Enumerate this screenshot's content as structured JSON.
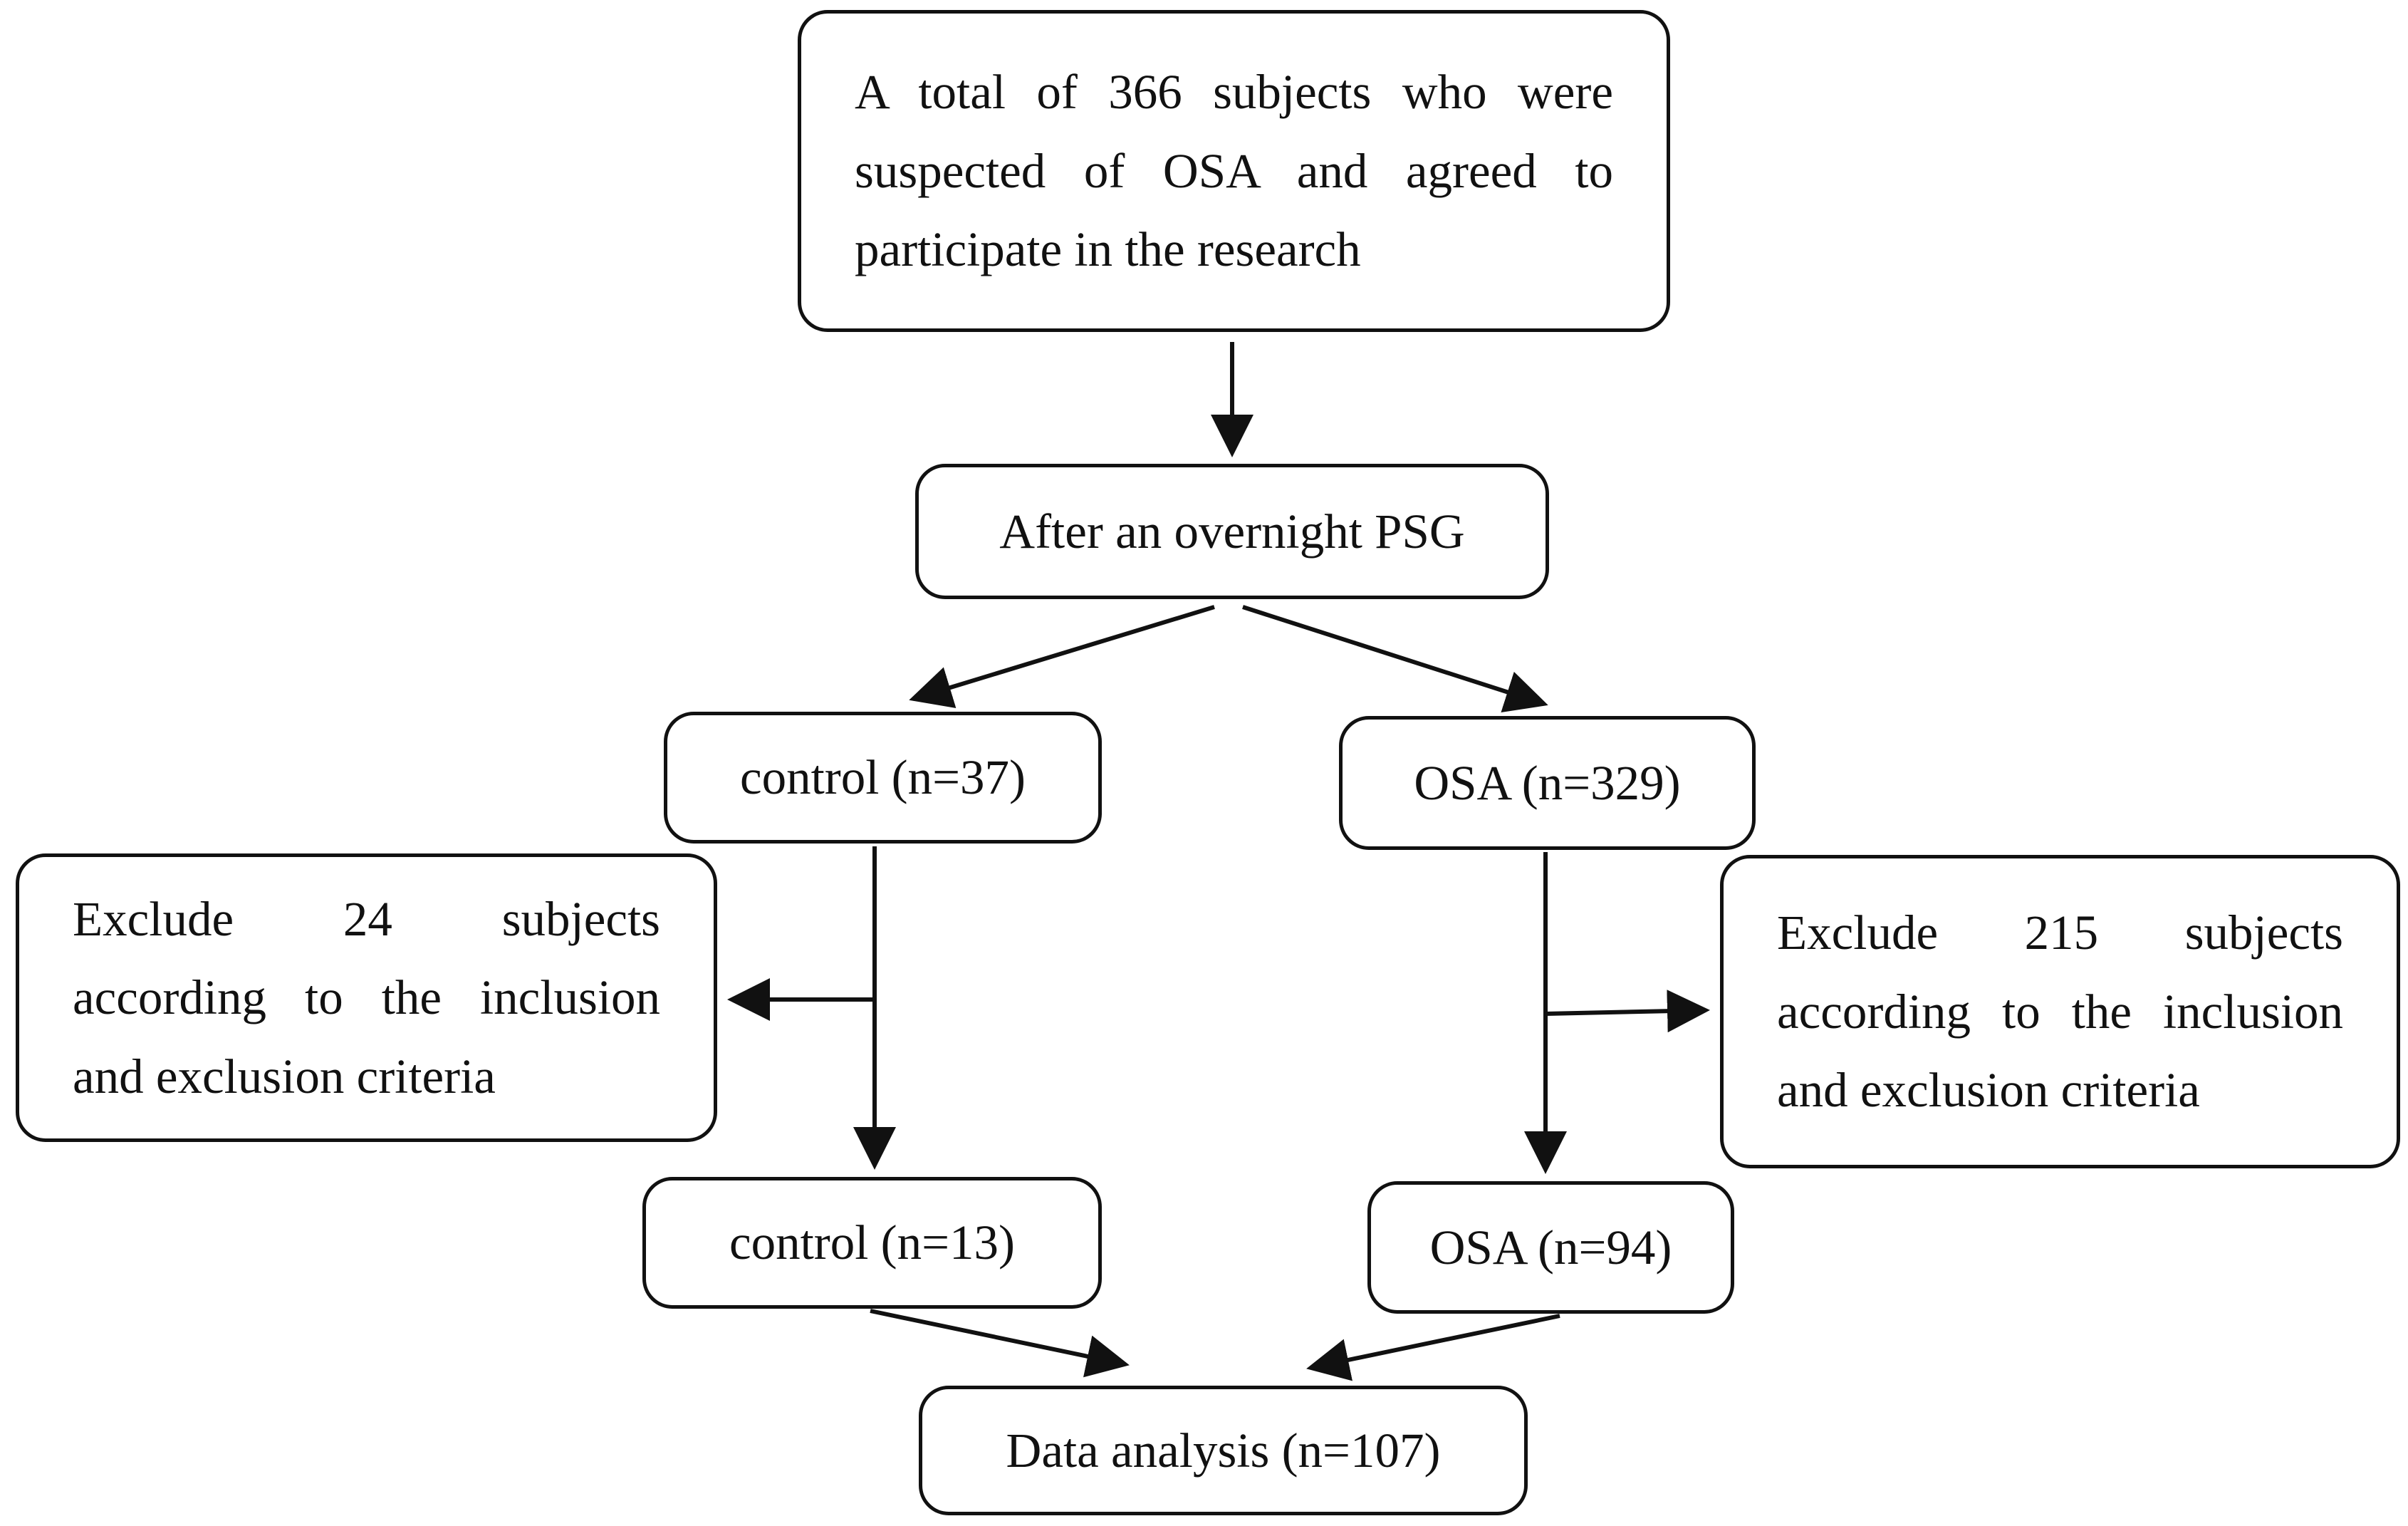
{
  "flowchart": {
    "start": "A total of 366 subjects who were suspected of OSA and agreed to participate in the research",
    "psg": "After an overnight PSG",
    "control_initial": "control (n=37)",
    "osa_initial": "OSA (n=329)",
    "exclude_control": "Exclude 24 subjects according to the inclusion and exclusion criteria",
    "exclude_osa": "Exclude 215 subjects according to the inclusion and exclusion criteria",
    "control_final": "control (n=13)",
    "osa_final": "OSA (n=94)",
    "analysis": "Data analysis (n=107)"
  },
  "colors": {
    "line": "#111111",
    "background": "#ffffff"
  }
}
